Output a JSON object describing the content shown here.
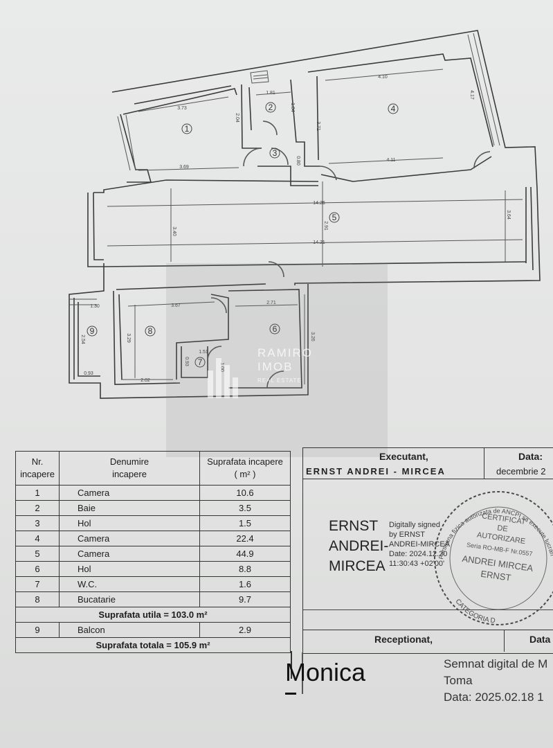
{
  "plan": {
    "rooms": [
      "1",
      "2",
      "3",
      "4",
      "5",
      "6",
      "7",
      "8",
      "9"
    ],
    "dims": [
      "3.73",
      "2.04",
      "3.69",
      "1.81",
      "1.84",
      "0.80",
      "4.10",
      "4.17",
      "3.71",
      "4.11",
      "14.26",
      "14.21",
      "3.40",
      "2.91",
      "3.64",
      "1.30",
      "2.54",
      "0.93",
      "3.67",
      "3.29",
      "2.02",
      "2.71",
      "3.26",
      "1.51",
      "0.93",
      "1.00"
    ]
  },
  "watermark": {
    "line1": "RAMIRO",
    "line2": "IMOB",
    "line3": "REAL ESTATE"
  },
  "table": {
    "h_nr": [
      "Nr.",
      "incapere"
    ],
    "h_name": [
      "Denumire",
      "incapere"
    ],
    "h_area": [
      "Suprafata incapere",
      "( m² )"
    ],
    "rows": [
      {
        "nr": "1",
        "name": "Camera",
        "area": "10.6"
      },
      {
        "nr": "2",
        "name": "Baie",
        "area": "3.5"
      },
      {
        "nr": "3",
        "name": "Hol",
        "area": "1.5"
      },
      {
        "nr": "4",
        "name": "Camera",
        "area": "22.4"
      },
      {
        "nr": "5",
        "name": "Camera",
        "area": "44.9"
      },
      {
        "nr": "6",
        "name": "Hol",
        "area": "8.8"
      },
      {
        "nr": "7",
        "name": "W.C.",
        "area": "1.6"
      },
      {
        "nr": "8",
        "name": "Bucatarie",
        "area": "9.7"
      }
    ],
    "util": "Suprafata utila = 103.0 m²",
    "balcony": {
      "nr": "9",
      "name": "Balcon",
      "area": "2.9"
    },
    "total": "Suprafata totala = 105.9 m²"
  },
  "exec": {
    "label": "Executant,",
    "name": "ERNST ANDREI - MIRCEA",
    "data_label": "Data:",
    "data_value": "decembrie 2",
    "signer": [
      "ERNST",
      "ANDREI-",
      "MIRCEA"
    ],
    "digital": [
      "Digitally signed",
      "by ERNST",
      "ANDREI-MIRCEA",
      "Date: 2024.12.20",
      "11:30:43 +02'00'"
    ],
    "received": "Receptionat,",
    "received_data": "Data"
  },
  "stamp": {
    "line1": "CERTIFICAT",
    "line2": "DE",
    "line3": "AUTORIZARE",
    "line4": "Seria RO-MB-F Nr.0557",
    "line5": "ANDREI MIRCEA",
    "line6": "ERNST",
    "ring_top": "Persoana fizica autorizata de ANCPI sa execute lucrari de cadastru",
    "ring_bottom": "CATEGORIA D"
  },
  "sign2": {
    "name": "Monica",
    "lines": [
      "Semnat digital de M",
      "Toma",
      "Data: 2025.02.18 1"
    ]
  }
}
